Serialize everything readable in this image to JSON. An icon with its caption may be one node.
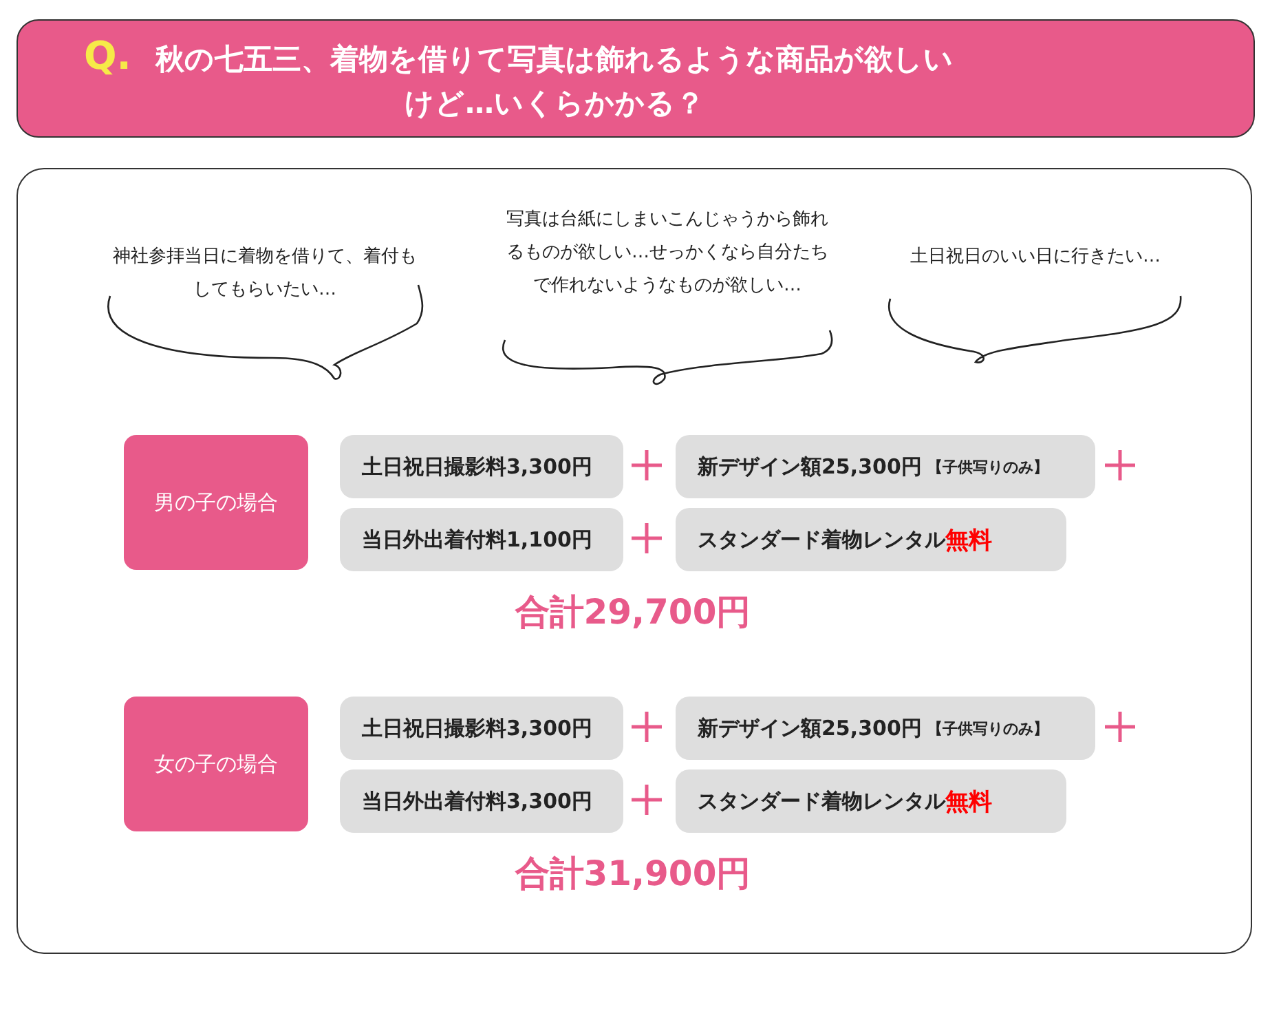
{
  "diagram": {
    "nodes": [
      {
        "text": [
          "Q.",
          "秋の七五三、着物を借りて写真は飾れるような商品が欲しいけど…いくらかかる？"
        ]
      },
      {
        "text": [
          "神社参拝当日に着物を借りて、着付もしてもらいたい…"
        ]
      },
      {
        "text": [
          "写真は台紙にしまいこんじゃうから飾れるものが欲しい…せっかくなら自分たちで作れないようなものが欲しい…"
        ]
      },
      {
        "text": [
          "土日祝日のいい日に行きたい…"
        ]
      },
      {
        "text": [
          "男の子の場合"
        ]
      },
      {
        "text": [
          "土日祝日撮影料3,300円"
        ]
      },
      {
        "text": [
          "新デザイン額25,300円",
          "【子供写りのみ】"
        ]
      },
      {
        "text": [
          "当日外出着付料1,100円"
        ]
      },
      {
        "text": [
          "スタンダード着物レンタル",
          "無料"
        ]
      },
      {
        "text": [
          "女の子の場合"
        ]
      },
      {
        "text": [
          "土日祝日撮影料3,300円"
        ]
      },
      {
        "text": [
          "新デザイン額25,300円",
          "【子供写りのみ】"
        ]
      },
      {
        "text": [
          "当日外出着付料3,300円"
        ]
      },
      {
        "text": [
          "スタンダード着物レンタル",
          "無料"
        ]
      }
    ],
    "edges": [],
    "labels": [
      "合計29,700円",
      "合計31,900円"
    ]
  }
}
